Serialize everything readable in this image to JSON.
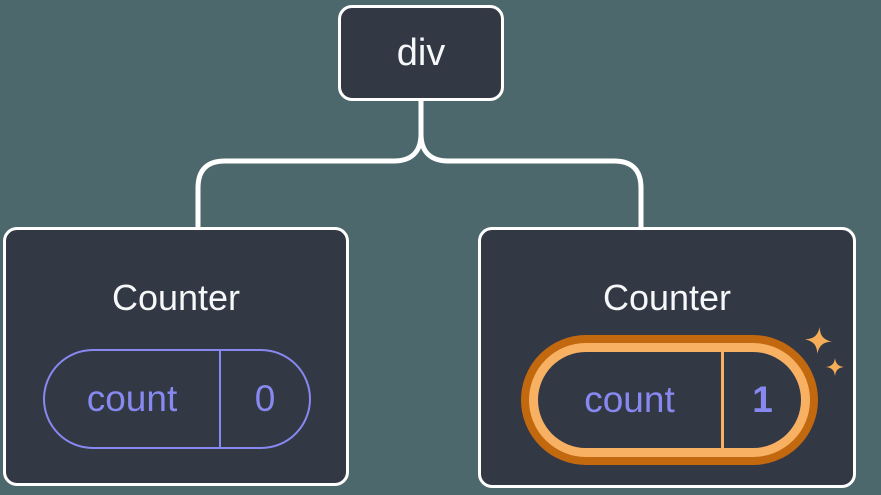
{
  "diagram": {
    "description": "React component tree: a div root with two Counter children; second Counter's state pill is highlighted",
    "root_node": {
      "label": "div"
    },
    "counters": [
      {
        "title": "Counter",
        "state_label": "count",
        "state_value": "0",
        "highlighted": false
      },
      {
        "title": "Counter",
        "state_label": "count",
        "state_value": "1",
        "highlighted": true
      }
    ]
  },
  "icons": {
    "sparkle_large": "four-point-star",
    "sparkle_small": "four-point-star"
  },
  "colors": {
    "background": "#4d686c",
    "node_fill": "#333845",
    "node_border": "#ffffff",
    "connector": "#ffffff",
    "text_primary": "#f6f7f9",
    "state_purple": "#8789f0",
    "highlight_orange_dark": "#c2690f",
    "highlight_orange_light": "#f8b163",
    "sparkle_orange": "#f5ad58"
  }
}
